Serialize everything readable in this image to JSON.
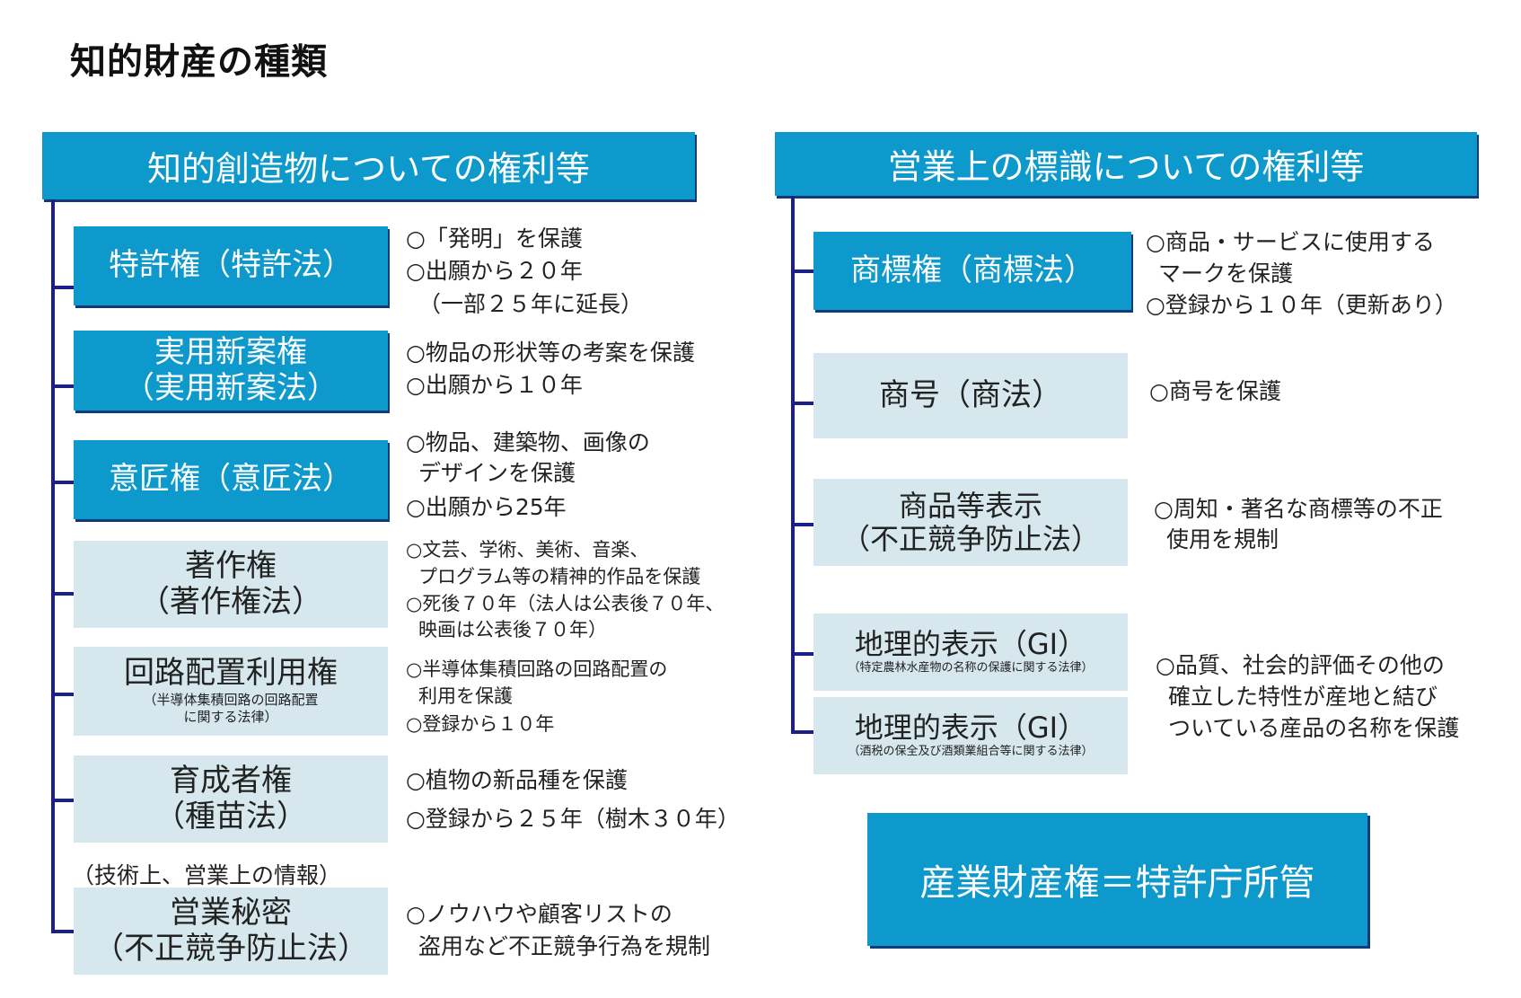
{
  "title": "知的財産の種類",
  "colors": {
    "accent_blue": "#0d99cc",
    "light_box": "#d6e8ee",
    "connector": "#1b1f86"
  },
  "left": {
    "header": "知的創造物についての権利等",
    "items": [
      {
        "name": "特許権（特許法）",
        "law": "",
        "style": "blue",
        "desc": [
          "○「発明」を保護",
          "○出願から２０年",
          "（一部２５年に延長）"
        ]
      },
      {
        "name": "実用新案権",
        "law": "（実用新案法）",
        "style": "blue",
        "desc": [
          "○物品の形状等の考案を保護",
          "○出願から１０年"
        ]
      },
      {
        "name": "意匠権（意匠法）",
        "law": "",
        "style": "blue",
        "desc": [
          "○物品、建築物、画像の",
          "デザインを保護",
          "○出願から25年"
        ]
      },
      {
        "name": "著作権",
        "law": "（著作権法）",
        "style": "light",
        "desc": [
          "○文芸、学術、美術、音楽、",
          "プログラム等の精神的作品を保護",
          "○死後７０年（法人は公表後７０年、",
          "映画は公表後７０年）"
        ]
      },
      {
        "name": "回路配置利用権",
        "law": "（半導体集積回路の回路配置",
        "law2": "に関する法律）",
        "style": "light",
        "desc": [
          "○半導体集積回路の回路配置の",
          "利用を保護",
          "○登録から１０年"
        ]
      },
      {
        "name": "育成者権",
        "law": "（種苗法）",
        "style": "light",
        "desc": [
          "○植物の新品種を保護",
          "○登録から２５年（樹木３０年）"
        ]
      },
      {
        "name": "営業秘密",
        "law": "（不正競争防止法）",
        "style": "light",
        "note": "（技術上、営業上の情報）",
        "desc": [
          "○ノウハウや顧客リストの",
          "盗用など不正競争行為を規制"
        ]
      }
    ]
  },
  "right": {
    "header": "営業上の標識についての権利等",
    "items": [
      {
        "name": "商標権（商標法）",
        "style": "blue",
        "desc": [
          "○商品・サービスに使用する",
          "マークを保護",
          "○登録から１０年（更新あり）"
        ]
      },
      {
        "name": "商号（商法）",
        "style": "light",
        "desc": [
          "○商号を保護"
        ]
      },
      {
        "name": "商品等表示",
        "law": "（不正競争防止法）",
        "style": "light",
        "desc": [
          "○周知・著名な商標等の不正",
          "使用を規制"
        ]
      },
      {
        "name": "地理的表示（GI）",
        "law": "（特定農林水産物の名称の保護に関する法律）",
        "style": "light"
      },
      {
        "name": "地理的表示（GI）",
        "law": "（酒税の保全及び酒類業組合等に関する法律）",
        "style": "light"
      }
    ],
    "gi_desc": [
      "○品質、社会的評価その他の",
      "確立した特性が産地と結び",
      "ついている産品の名称を保護"
    ]
  },
  "footer": "産業財産権＝特許庁所管"
}
